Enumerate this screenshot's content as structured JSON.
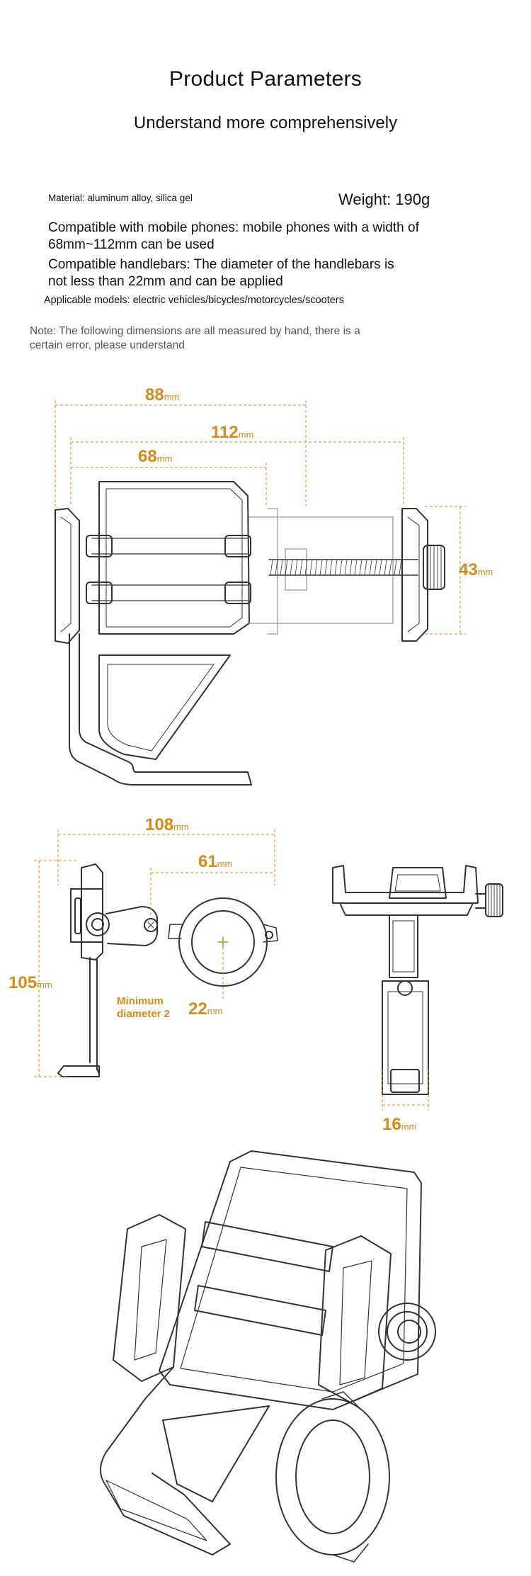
{
  "header": {
    "title": "Product Parameters",
    "subtitle": "Understand more comprehensively"
  },
  "specs": {
    "material": "Material: aluminum alloy, silica gel",
    "weight": "Weight: 190g",
    "phones_line1": "Compatible with mobile phones: mobile phones with a width of",
    "phones_line2": "68mm~112mm can be used",
    "handlebars_line1": "Compatible handlebars: The diameter of the handlebars is",
    "handlebars_line2": "not less than 22mm and can be applied",
    "models": "Applicable models: electric vehicles/bicycles/motorcycles/scooters"
  },
  "note": {
    "line1": "Note: The following dimensions are all measured by hand, there is a",
    "line2": "certain error, please understand"
  },
  "dimensions": {
    "unit": "mm",
    "front": {
      "width_outer": "88",
      "width_max": "112",
      "width_min": "68",
      "height": "43"
    },
    "side": {
      "length": "108",
      "offset": "61",
      "height": "105",
      "diameter": "22",
      "min_label_1": "Minimum",
      "min_label_2": "diameter 2"
    },
    "back": {
      "stem_width": "16"
    }
  },
  "colors": {
    "accent": "#d48a1c",
    "drawing": "#333333",
    "text": "#111111"
  }
}
